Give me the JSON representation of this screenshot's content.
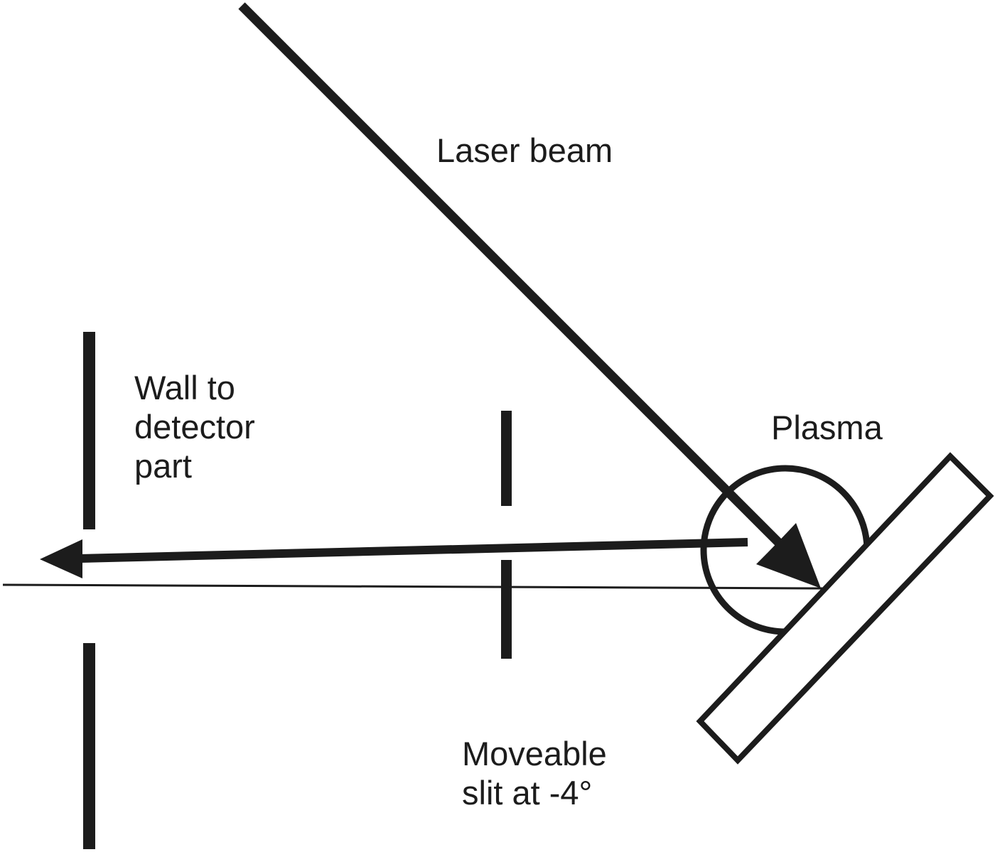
{
  "labels": {
    "laser_beam": "Laser beam",
    "plasma": "Plasma",
    "wall_line1": "Wall to",
    "wall_line2": "detector",
    "wall_line3": "part",
    "slit_line1": "Moveable",
    "slit_line2": "slit at -4°"
  },
  "colors": {
    "ink": "#1c1c1c",
    "background": "#ffffff"
  }
}
